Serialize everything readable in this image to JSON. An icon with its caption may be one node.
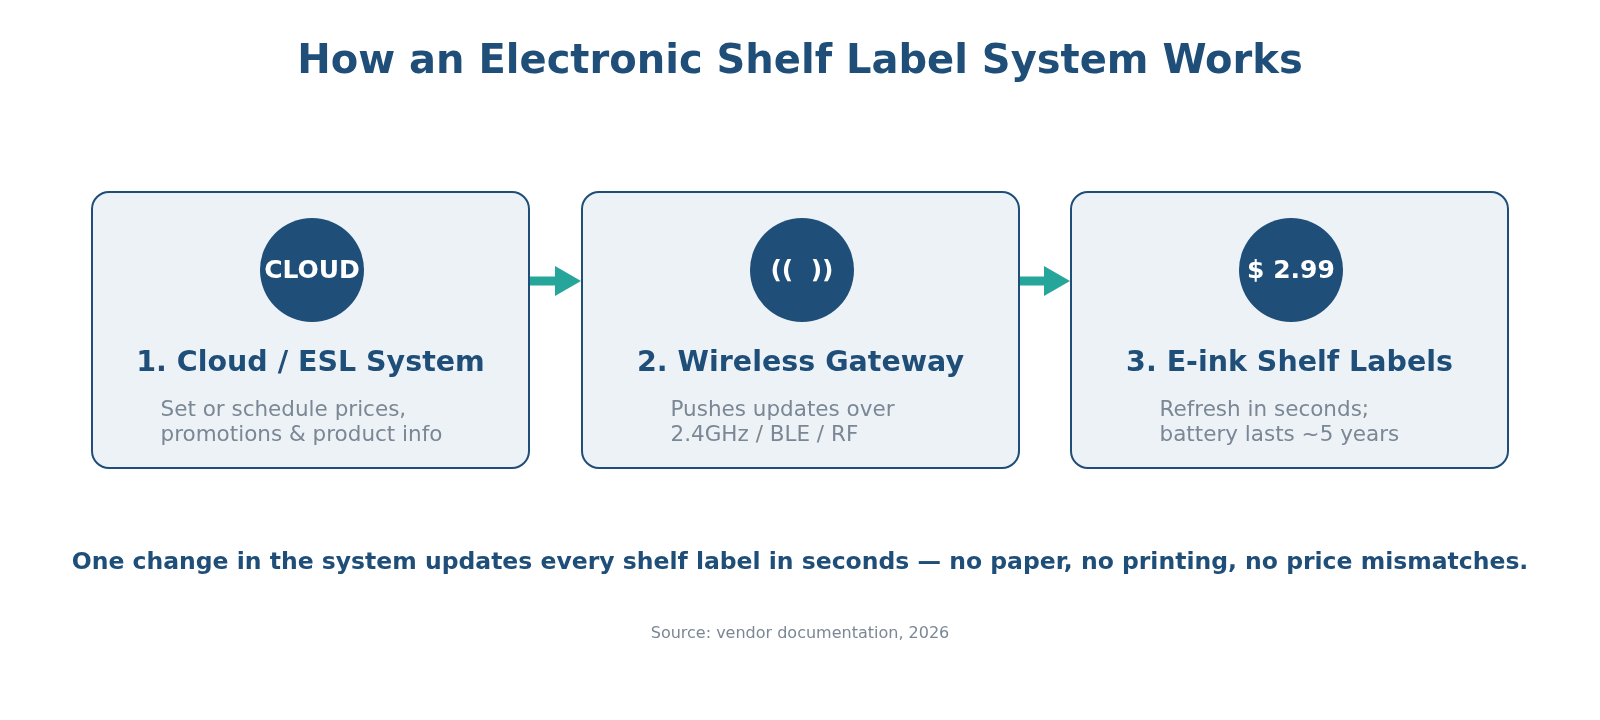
{
  "diagram": {
    "title": "How an Electronic Shelf Label System Works",
    "nodes": [
      {
        "text": [
          "1. Cloud / ESL System",
          "Set or schedule prices, promotions & product info"
        ]
      },
      {
        "text": [
          "CLOUD"
        ],
        "in": 0
      },
      {
        "text": [
          "2. Wireless Gateway",
          "Pushes updates over 2.4GHz / BLE / RF"
        ]
      },
      {
        "text": [
          "((  ))"
        ],
        "in": 2
      },
      {
        "text": [
          "3. E-ink Shelf Labels",
          "Refresh in seconds; battery lasts ~5 years"
        ]
      },
      {
        "text": [
          "$ 2.99"
        ],
        "in": 4
      }
    ],
    "edges": [
      {
        "from": 0,
        "to": 2,
        "arrow": "to"
      },
      {
        "from": 2,
        "to": 4,
        "arrow": "to"
      }
    ],
    "labels": [
      "One change in the system updates every shelf label in seconds — no paper, no printing, no price mismatches.",
      "Source: vendor documentation, 2026"
    ]
  }
}
